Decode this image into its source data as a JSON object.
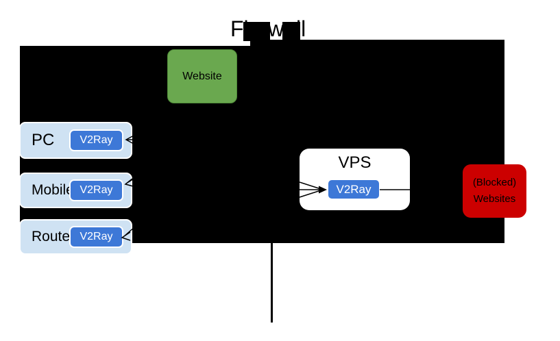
{
  "title": "Firewall",
  "colors": {
    "website_green": "#6aa84f",
    "client_box_blue": "#cfe2f3",
    "v2ray_blue": "#3d78d7",
    "blocked_red": "#cc0000",
    "blackout": "#000000",
    "background": "#ffffff"
  },
  "nodes": {
    "website": {
      "label": "Website"
    },
    "clients": [
      {
        "name": "PC",
        "chip": "V2Ray"
      },
      {
        "name": "Mobile",
        "chip": "V2Ray"
      },
      {
        "name": "Router",
        "chip": "V2Ray"
      }
    ],
    "vps": {
      "label": "VPS",
      "chip": "V2Ray"
    },
    "blocked": {
      "line1": "(Blocked)",
      "line2": "Websites"
    }
  }
}
